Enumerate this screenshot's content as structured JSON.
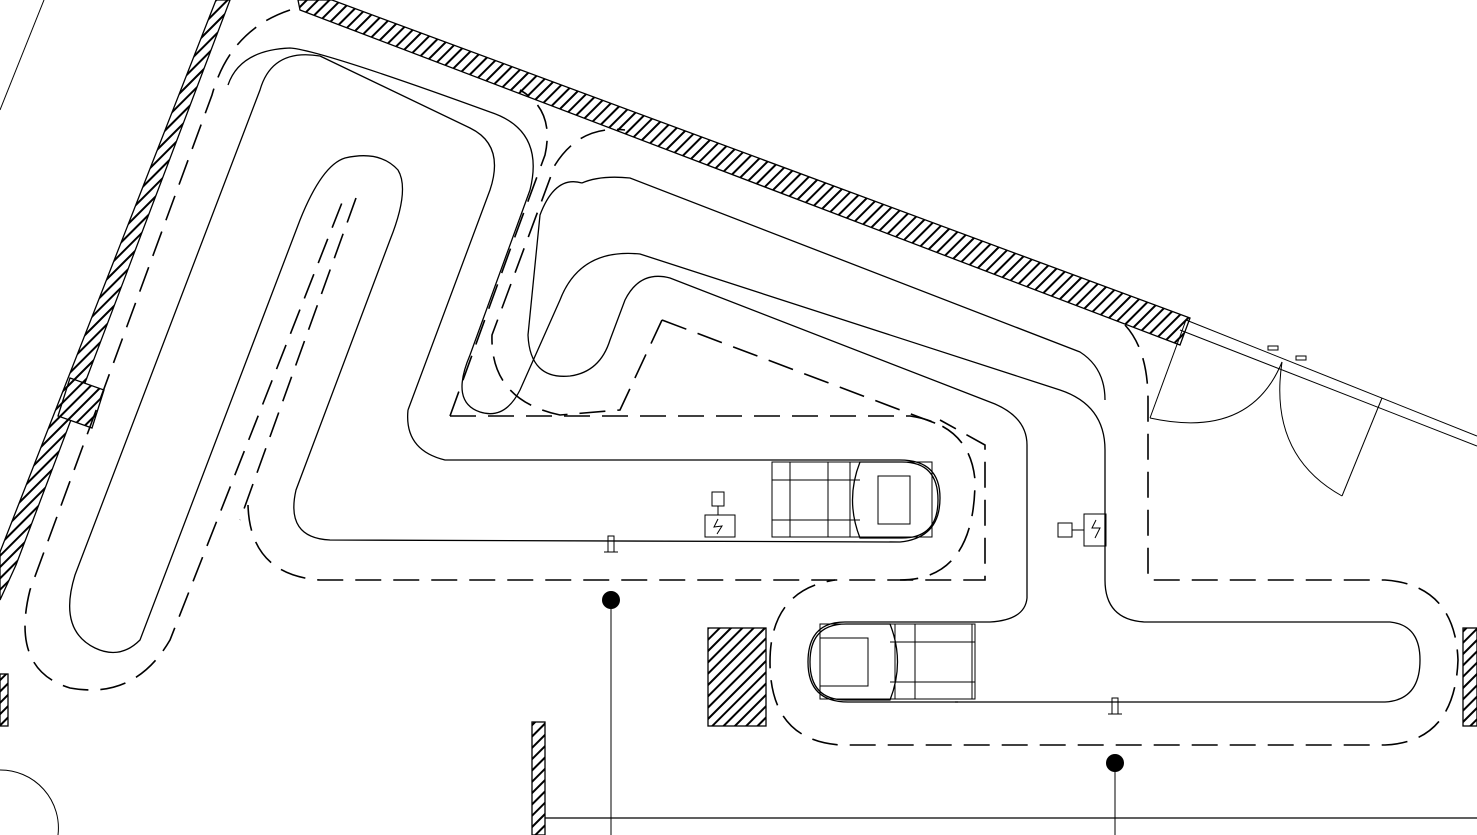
{
  "diagram": {
    "type": "plan-drawing",
    "line_color": "#000000",
    "background_color": "#ffffff",
    "hatch_color": "#000000",
    "symbols": [
      "charging-station-icon",
      "lamp-post-icon",
      "hatched-wall",
      "door-swing",
      "vehicle-chassis"
    ]
  }
}
